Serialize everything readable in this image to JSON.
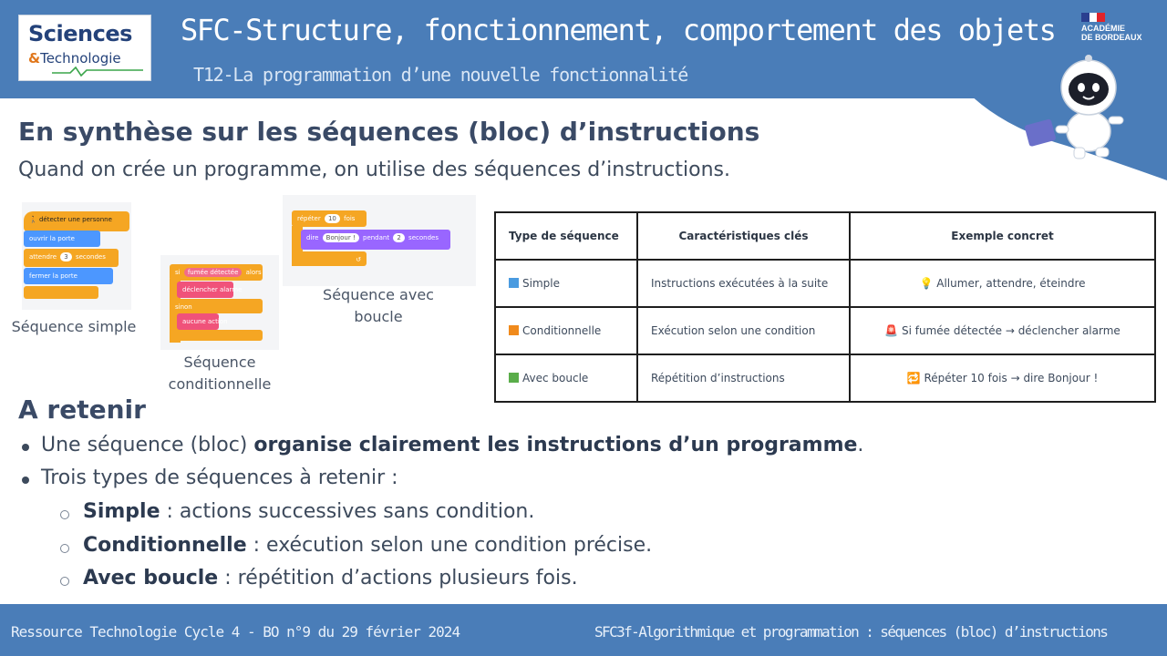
{
  "header": {
    "logo": {
      "line1": "Sciences",
      "line2_amp": "&",
      "line2": "Technologie"
    },
    "title": "SFC-Structure, fonctionnement, comportement des objets",
    "subtitle": "T12-La programmation d’une nouvelle fonctionnalité",
    "academie": {
      "line1": "ACADÉMIE",
      "line2": "DE BORDEAUX"
    }
  },
  "section1": {
    "heading": "En synthèse sur les séquences (bloc) d’instructions",
    "lead": "Quand on crée un programme, on utilise des séquences d’instructions."
  },
  "scratch": {
    "simple": {
      "blocks": [
        "détecter une personne",
        "ouvrir la porte",
        "attendre",
        "3",
        "secondes",
        "fermer la porte"
      ],
      "caption": "Séquence simple"
    },
    "conditional": {
      "blocks": [
        "si",
        "fumée détectée",
        "alors",
        "déclencher alarme",
        "sinon",
        "aucune action"
      ],
      "caption_line1": "Séquence",
      "caption_line2": "conditionnelle"
    },
    "loop": {
      "blocks": [
        "répéter",
        "10",
        "fois",
        "dire",
        "Bonjour !",
        "pendant",
        "2",
        "secondes"
      ],
      "caption_line1": "Séquence avec",
      "caption_line2": "boucle"
    }
  },
  "table": {
    "headers": [
      "Type de séquence",
      "Caractéristiques clés",
      "Exemple concret"
    ],
    "rows": [
      {
        "type": "Simple",
        "color": "#4a9be0",
        "feature": "Instructions exécutées à la suite",
        "icon": "💡",
        "example": "Allumer, attendre, éteindre"
      },
      {
        "type": "Conditionnelle",
        "color": "#f08a1c",
        "feature": "Exécution selon une condition",
        "icon": "🚨",
        "example": "Si fumée détectée → déclencher alarme"
      },
      {
        "type": "Avec boucle",
        "color": "#5aad4a",
        "feature": "Répétition d’instructions",
        "icon": "🔁",
        "example": "Répéter 10 fois → dire Bonjour !"
      }
    ]
  },
  "section2": {
    "heading": "A retenir",
    "b1_pre": "Une séquence (bloc) ",
    "b1_bold": "organise clairement les instructions d’un programme",
    "b1_post": ".",
    "b2": "Trois types de séquences à retenir :",
    "s1_bold": "Simple",
    "s1_rest": " : actions successives sans condition.",
    "s2_bold": "Conditionnelle",
    "s2_rest": " : exécution selon une condition précise.",
    "s3_bold": "Avec boucle",
    "s3_rest": " : répétition d’actions plusieurs fois."
  },
  "footer": {
    "left": "Ressource Technologie Cycle 4 - BO n°9 du 29 février 2024",
    "right": "SFC3f-Algorithmique et programmation : séquences (bloc) d’instructions"
  },
  "colors": {
    "band": "#4a7db8",
    "heading": "#3a4a66",
    "text": "#3d4a5c"
  }
}
